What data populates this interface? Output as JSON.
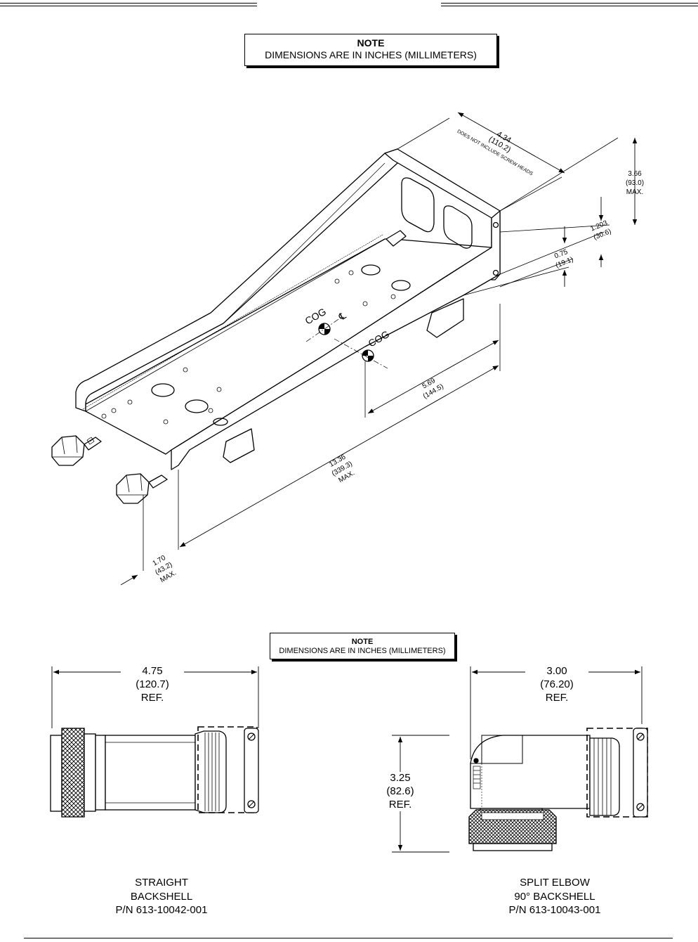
{
  "notes": {
    "top": {
      "title": "NOTE",
      "body": "DIMENSIONS ARE IN INCHES (MILLIMETERS)"
    },
    "bottom": {
      "title": "NOTE",
      "body": "DIMENSIONS ARE IN INCHES (MILLIMETERS)"
    }
  },
  "tray_dims": {
    "width": {
      "value": "4.34",
      "mm": "(110.2)",
      "note": "DOES NOT INCLUDE SCREW HEADS"
    },
    "height": {
      "value": "3.66",
      "mm": "(93.0)",
      "suffix": "MAX."
    },
    "d1203": {
      "value": "1.203",
      "mm": "(30.6)"
    },
    "d075": {
      "value": "0.75",
      "mm": "(19.1)"
    },
    "d569": {
      "value": "5.69",
      "mm": "(144.5)"
    },
    "length": {
      "value": "13.36",
      "mm": "(339.3)",
      "suffix": "MAX."
    },
    "knob": {
      "value": "1.70",
      "mm": "(43.2)",
      "suffix": "MAX."
    },
    "cog_label": "COG",
    "centerline": "℄"
  },
  "straight": {
    "dim": {
      "value": "4.75",
      "mm": "(120.7)",
      "ref": "REF."
    },
    "caption": [
      "STRAIGHT",
      "BACKSHELL",
      "P/N 613-10042-001"
    ]
  },
  "elbow": {
    "width": {
      "value": "3.00",
      "mm": "(76.20)",
      "ref": "REF."
    },
    "height": {
      "value": "3.25",
      "mm": "(82.6)",
      "ref": "REF."
    },
    "caption": [
      "SPLIT ELBOW",
      "90° BACKSHELL",
      "P/N 613-10043-001"
    ]
  }
}
